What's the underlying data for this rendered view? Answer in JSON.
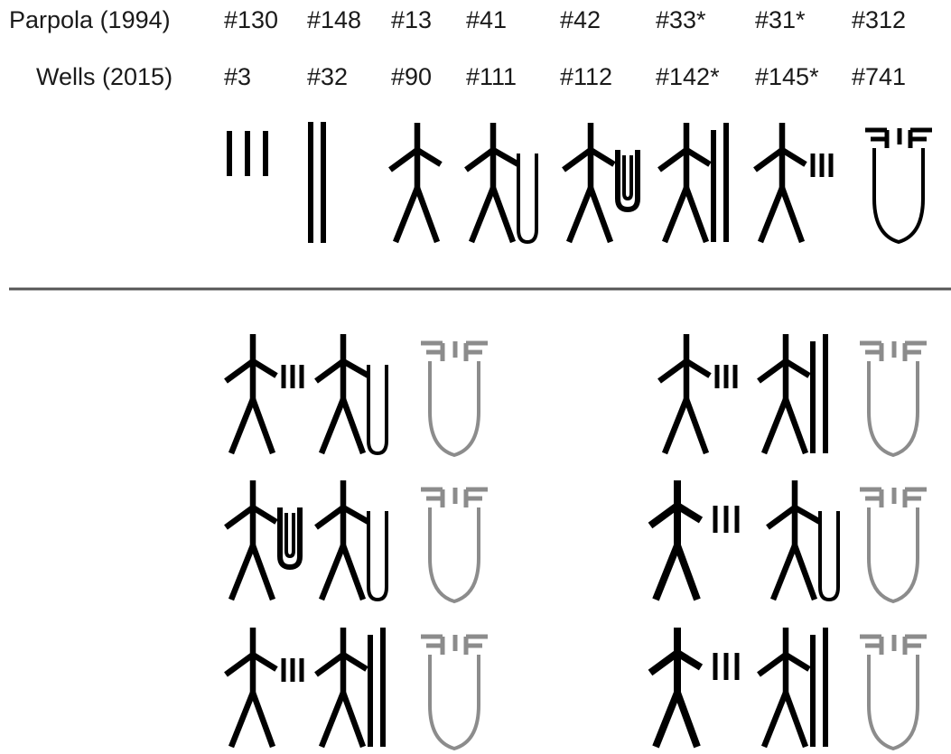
{
  "header": {
    "rows": [
      {
        "label": "Parpola (1994)",
        "codes": [
          "#130",
          "#148",
          "#13",
          "#41",
          "#42",
          "#33*",
          "#31*",
          "#312"
        ]
      },
      {
        "label": "Wells (2015)",
        "codes": [
          "#3",
          "#32",
          "#90",
          "#111",
          "#112",
          "#142*",
          "#145*",
          "#741"
        ]
      }
    ]
  },
  "signs": {
    "top_row": [
      "three-short-strokes",
      "two-long-strokes",
      "man",
      "man-with-loop",
      "man-with-u-bag",
      "man-with-two-strokes",
      "man-with-three-strokes",
      "jar"
    ],
    "sequences_left": [
      [
        "man-with-three-strokes",
        "man-with-loop",
        "jar"
      ],
      [
        "man-with-u-bag",
        "man-with-loop",
        "jar"
      ],
      [
        "man-with-three-strokes",
        "man-with-two-strokes",
        "jar"
      ]
    ],
    "sequences_right": [
      [
        "man-with-three-strokes",
        "man-with-two-strokes",
        "jar"
      ],
      [
        "man-three-strokes-spaced",
        "man-with-loop",
        "jar"
      ],
      [
        "man-three-strokes-spaced",
        "man-with-two-strokes",
        "jar"
      ]
    ],
    "highlight_color": "#8c8c8c"
  }
}
